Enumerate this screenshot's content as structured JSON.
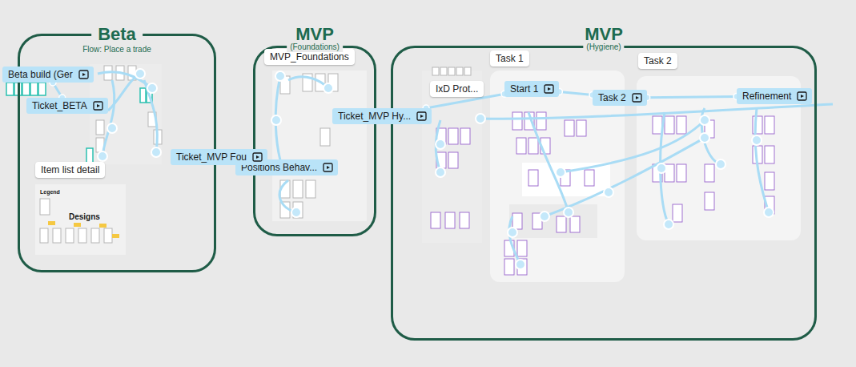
{
  "diagram": {
    "nodes": [
      {
        "text": [
          "Beta",
          "Flow: Place a trade"
        ]
      },
      {
        "text": [
          "Beta build (Ger"
        ],
        "in": 0
      },
      {
        "text": [
          "Ticket_BETA"
        ],
        "in": 0
      },
      {
        "text": [
          "Item list detail"
        ],
        "in": 0
      },
      {
        "text": [
          "MVP",
          "(Foundations)"
        ]
      },
      {
        "text": [
          "MVP_Foundations"
        ],
        "in": 4
      },
      {
        "text": [
          "Ticket_MVP Fou"
        ]
      },
      {
        "text": [
          "Positions Behav..."
        ],
        "in": 5
      },
      {
        "text": [
          "MVP",
          "(Hygiene)"
        ]
      },
      {
        "text": [
          "IxD Prot..."
        ],
        "in": 8
      },
      {
        "text": [
          "Ticket_MVP Hy..."
        ]
      },
      {
        "text": [
          "Task 1"
        ],
        "in": 8
      },
      {
        "text": [
          "Start 1"
        ],
        "in": 11
      },
      {
        "text": [
          "Task 2"
        ],
        "in": 8
      },
      {
        "text": [
          "Task 2"
        ],
        "in": 13
      },
      {
        "text": [
          "Refinement"
        ]
      }
    ],
    "edges": [
      {
        "from": 2,
        "to": 1,
        "arrow": "none"
      },
      {
        "from": 10,
        "to": 12,
        "arrow": "none"
      },
      {
        "from": 12,
        "to": 14,
        "arrow": "none"
      },
      {
        "from": 14,
        "to": 15,
        "arrow": "none"
      }
    ],
    "labels": [
      "Legend",
      "Designs"
    ]
  }
}
